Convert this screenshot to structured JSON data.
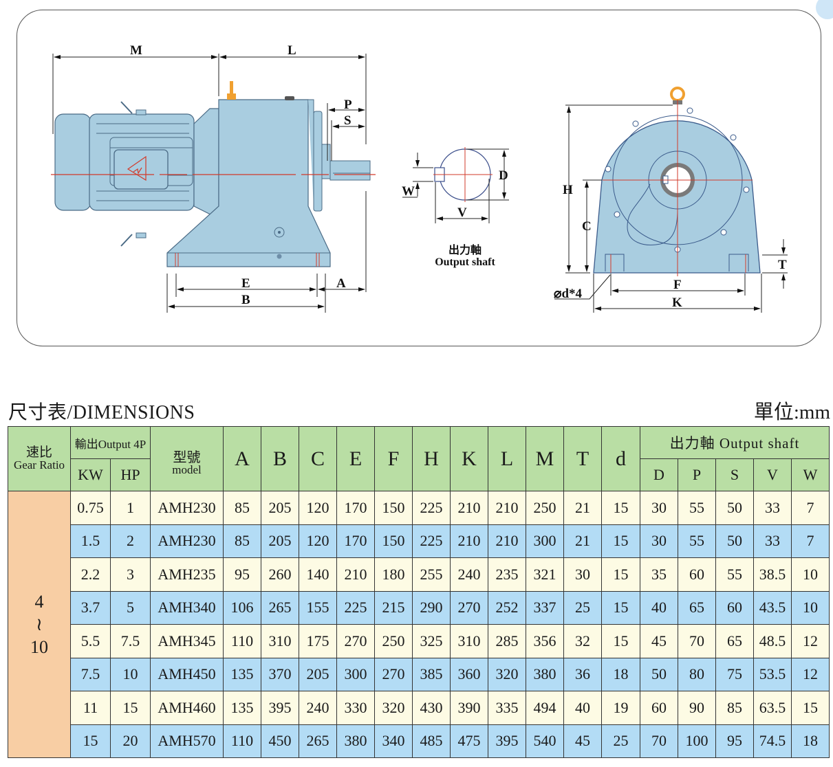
{
  "drawing": {
    "side_view_labels": [
      "M",
      "L",
      "P",
      "S",
      "E",
      "B",
      "A"
    ],
    "shaft_view_labels": [
      "W",
      "D",
      "V"
    ],
    "shaft_caption_zh": "出力軸",
    "shaft_caption_en": "Output shaft",
    "front_view_labels": [
      "H",
      "C",
      "F",
      "K",
      "T"
    ],
    "hole_label": "⌀d*4"
  },
  "section": {
    "title": "尺寸表/DIMENSIONS",
    "unit": "單位:mm"
  },
  "table": {
    "headers": {
      "gear_ratio_zh": "速比",
      "gear_ratio_en": "Gear Ratio",
      "output_group": "輸出Output 4P",
      "kw": "KW",
      "hp": "HP",
      "model_zh": "型號",
      "model_en": "model",
      "dims": [
        "A",
        "B",
        "C",
        "E",
        "F",
        "H",
        "K",
        "L",
        "M",
        "T",
        "d"
      ],
      "shaft_group": "出力軸 Output shaft",
      "shaft_dims": [
        "D",
        "P",
        "S",
        "V",
        "W"
      ]
    },
    "gear_ratio": {
      "from": "4",
      "sep": "≀",
      "to": "10"
    },
    "rows": [
      [
        "0.75",
        "1",
        "AMH230",
        "85",
        "205",
        "120",
        "170",
        "150",
        "225",
        "210",
        "210",
        "250",
        "21",
        "15",
        "30",
        "55",
        "50",
        "33",
        "7"
      ],
      [
        "1.5",
        "2",
        "AMH230",
        "85",
        "205",
        "120",
        "170",
        "150",
        "225",
        "210",
        "210",
        "300",
        "21",
        "15",
        "30",
        "55",
        "50",
        "33",
        "7"
      ],
      [
        "2.2",
        "3",
        "AMH235",
        "95",
        "260",
        "140",
        "210",
        "180",
        "255",
        "240",
        "235",
        "321",
        "30",
        "15",
        "35",
        "60",
        "55",
        "38.5",
        "10"
      ],
      [
        "3.7",
        "5",
        "AMH340",
        "106",
        "265",
        "155",
        "225",
        "215",
        "290",
        "270",
        "252",
        "337",
        "25",
        "15",
        "40",
        "65",
        "60",
        "43.5",
        "10"
      ],
      [
        "5.5",
        "7.5",
        "AMH345",
        "110",
        "310",
        "175",
        "270",
        "250",
        "325",
        "310",
        "285",
        "356",
        "32",
        "15",
        "45",
        "70",
        "65",
        "48.5",
        "12"
      ],
      [
        "7.5",
        "10",
        "AMH450",
        "135",
        "370",
        "205",
        "300",
        "270",
        "385",
        "360",
        "320",
        "380",
        "36",
        "18",
        "50",
        "80",
        "75",
        "53.5",
        "12"
      ],
      [
        "11",
        "15",
        "AMH460",
        "135",
        "395",
        "240",
        "330",
        "320",
        "430",
        "390",
        "335",
        "494",
        "40",
        "19",
        "60",
        "90",
        "85",
        "63.5",
        "15"
      ],
      [
        "15",
        "20",
        "AMH570",
        "110",
        "450",
        "265",
        "380",
        "340",
        "485",
        "475",
        "395",
        "540",
        "45",
        "25",
        "70",
        "100",
        "95",
        "74.5",
        "18"
      ]
    ]
  },
  "colors": {
    "header_green": "#b9dea4",
    "ratio_orange": "#f8cea4",
    "row_cream": "#fdfbe4",
    "row_blue": "#b3dcf5",
    "motor_blue": "#a9cde0",
    "centerline_red": "#d23a2a",
    "eyebolt_orange": "#f0a030"
  }
}
